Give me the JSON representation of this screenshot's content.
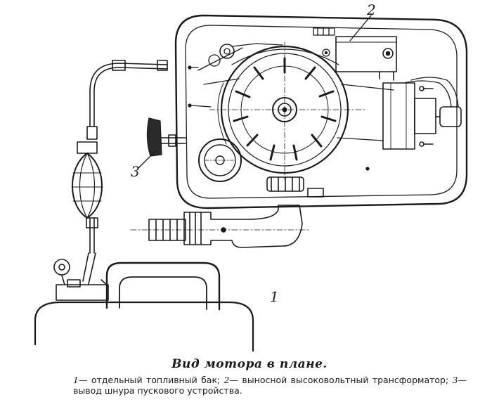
{
  "diagram": {
    "callouts": {
      "tank": "1",
      "transformer": "2",
      "starter_cord": "3"
    }
  },
  "caption": {
    "title": "Вид мотора в плане.",
    "legend": [
      {
        "num": "1",
        "text": "— отдельный топливный бак; "
      },
      {
        "num": "2",
        "text": "— выносной высоковольтный трансформатор; "
      },
      {
        "num": "3",
        "text": "— вывод шнура пускового устройства."
      }
    ]
  }
}
